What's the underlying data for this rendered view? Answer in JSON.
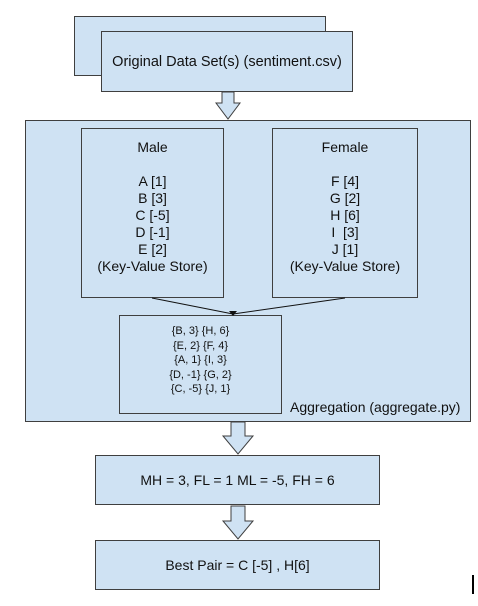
{
  "source": {
    "label": "Original Data Set(s) (sentiment.csv)"
  },
  "male": {
    "title": "Male",
    "items": [
      "A [1]",
      "B [3]",
      "C [-5]",
      "D [-1]",
      "E [2]"
    ],
    "store": "(Key-Value Store)"
  },
  "female": {
    "title": "Female",
    "items": [
      "F [4]",
      "G [2]",
      "H [6]",
      "I  [3]",
      "J [1]"
    ],
    "store": "(Key-Value Store)"
  },
  "pairs": [
    "{B, 3} {H, 6}",
    "{E, 2} {F, 4}",
    "{A, 1} {I, 3}",
    "{D, -1} {G, 2}",
    "{C, -5} {J, 1}"
  ],
  "aggregation": {
    "label": "Aggregation (aggregate.py)"
  },
  "sums": {
    "label": "MH = 3, FL = 1 ML = -5, FH = 6"
  },
  "best": {
    "label": "Best Pair = C [-5] , H[6]"
  },
  "colors": {
    "box_fill": "#cfe2f3",
    "border": "#3f3f3f"
  }
}
